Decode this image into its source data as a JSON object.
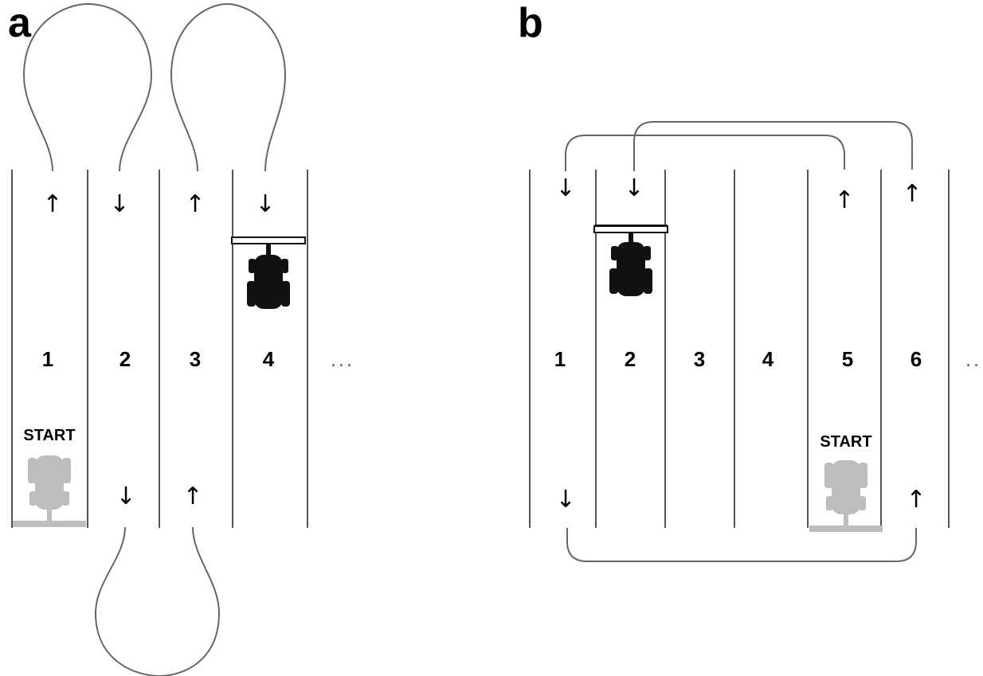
{
  "panels": {
    "a": {
      "label": "a",
      "lanes": [
        "1",
        "2",
        "3",
        "4"
      ],
      "continuation": "...",
      "start_label": "START",
      "arrows": {
        "top": [
          "↑",
          "↓",
          "↑",
          "↓"
        ],
        "bottom": [
          "↓",
          "↑"
        ]
      }
    },
    "b": {
      "label": "b",
      "lanes": [
        "1",
        "2",
        "3",
        "4",
        "5",
        "6"
      ],
      "continuation": "..",
      "start_label": "START",
      "arrows": {
        "top": [
          "↓",
          "↓",
          "↑",
          "↑"
        ],
        "bottom": [
          "↓",
          "↑"
        ]
      }
    }
  },
  "colors": {
    "active_tractor": "#111111",
    "start_tractor": "#bdbdbd",
    "lines": "#555555"
  },
  "icons": [
    "tractor-icon",
    "tractor-start-icon"
  ]
}
